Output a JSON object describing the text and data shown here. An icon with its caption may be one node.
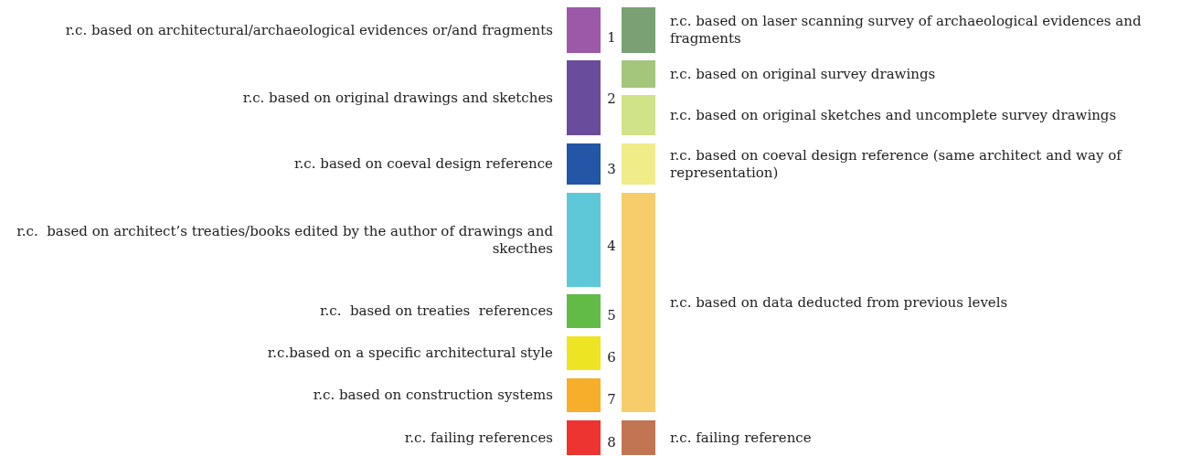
{
  "diagram": {
    "labels": [
      "1",
      "2",
      "3",
      "4",
      "5",
      "6",
      "7",
      "8"
    ],
    "legend": [
      {
        "text": "r.c. based on architectural/archaeological evidences or/and fragments",
        "color": "#9b59a8"
      },
      {
        "text": "r.c. based on original drawings and sketches",
        "color": "#6a4c9c"
      },
      {
        "text": "r.c. based on coeval design reference",
        "color": "#2356a6"
      },
      {
        "text": "r.c.  based on architect’s treaties/books edited by the author of drawings and skecthes",
        "color": "#5ec8d8"
      },
      {
        "text": "r.c.  based on treaties  references",
        "color": "#62bb46"
      },
      {
        "text": "r.c.based on a specific architectural style",
        "color": "#ede424"
      },
      {
        "text": "r.c. based on construction systems",
        "color": "#f7ae2a"
      },
      {
        "text": "r.c. failing references",
        "color": "#ee3430"
      },
      {
        "text": "r.c. based on laser scanning survey of archaeological evidences and fragments",
        "color": "#7aa073"
      },
      {
        "text": "r.c. based on original survey drawings",
        "color": "#a3c57c"
      },
      {
        "text": "r.c. based on original sketches and uncomplete survey drawings",
        "color": "#d1e388"
      },
      {
        "text": "r.c. based on coeval design reference (same architect and way of representation)",
        "color": "#f0ec8a"
      },
      {
        "text": "r.c. based on data deducted from previous levels",
        "color": "#f6cd6a"
      },
      {
        "text": "r.c. failing reference",
        "color": "#c17552"
      }
    ]
  }
}
